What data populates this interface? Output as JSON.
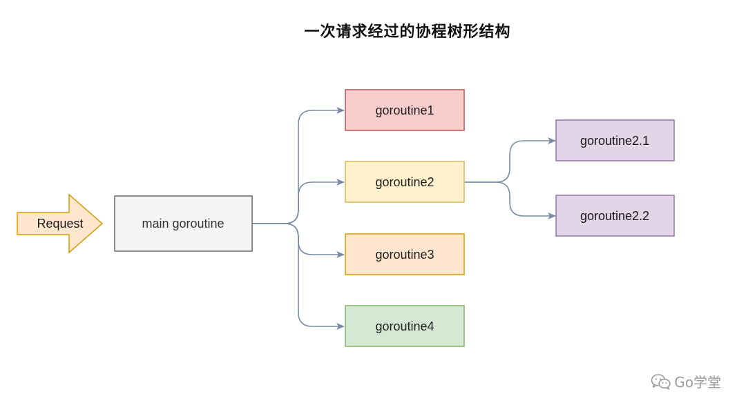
{
  "title": "一次请求经过的协程树形结构",
  "nodes": {
    "request": {
      "label": "Request",
      "fill": "#ffe6cc",
      "stroke": "#d79b00"
    },
    "main": {
      "label": "main goroutine",
      "fill": "#f5f5f5",
      "stroke": "#666666"
    },
    "g1": {
      "label": "goroutine1",
      "fill": "#f8cecc",
      "stroke": "#b85450"
    },
    "g2": {
      "label": "goroutine2",
      "fill": "#fff2cc",
      "stroke": "#d6b656"
    },
    "g3": {
      "label": "goroutine3",
      "fill": "#ffe6cc",
      "stroke": "#d79b00"
    },
    "g4": {
      "label": "goroutine4",
      "fill": "#d5e8d4",
      "stroke": "#82b366"
    },
    "g21": {
      "label": "goroutine2.1",
      "fill": "#e1d5e7",
      "stroke": "#9673a6"
    },
    "g22": {
      "label": "goroutine2.2",
      "fill": "#e1d5e7",
      "stroke": "#9673a6"
    }
  },
  "edges": [
    {
      "from": "main",
      "to": "g1"
    },
    {
      "from": "main",
      "to": "g2"
    },
    {
      "from": "main",
      "to": "g3"
    },
    {
      "from": "main",
      "to": "g4"
    },
    {
      "from": "g2",
      "to": "g21"
    },
    {
      "from": "g2",
      "to": "g22"
    }
  ],
  "edge_color": "#788aa3",
  "watermark": {
    "icon": "wechat-icon",
    "text": "Go学堂"
  }
}
